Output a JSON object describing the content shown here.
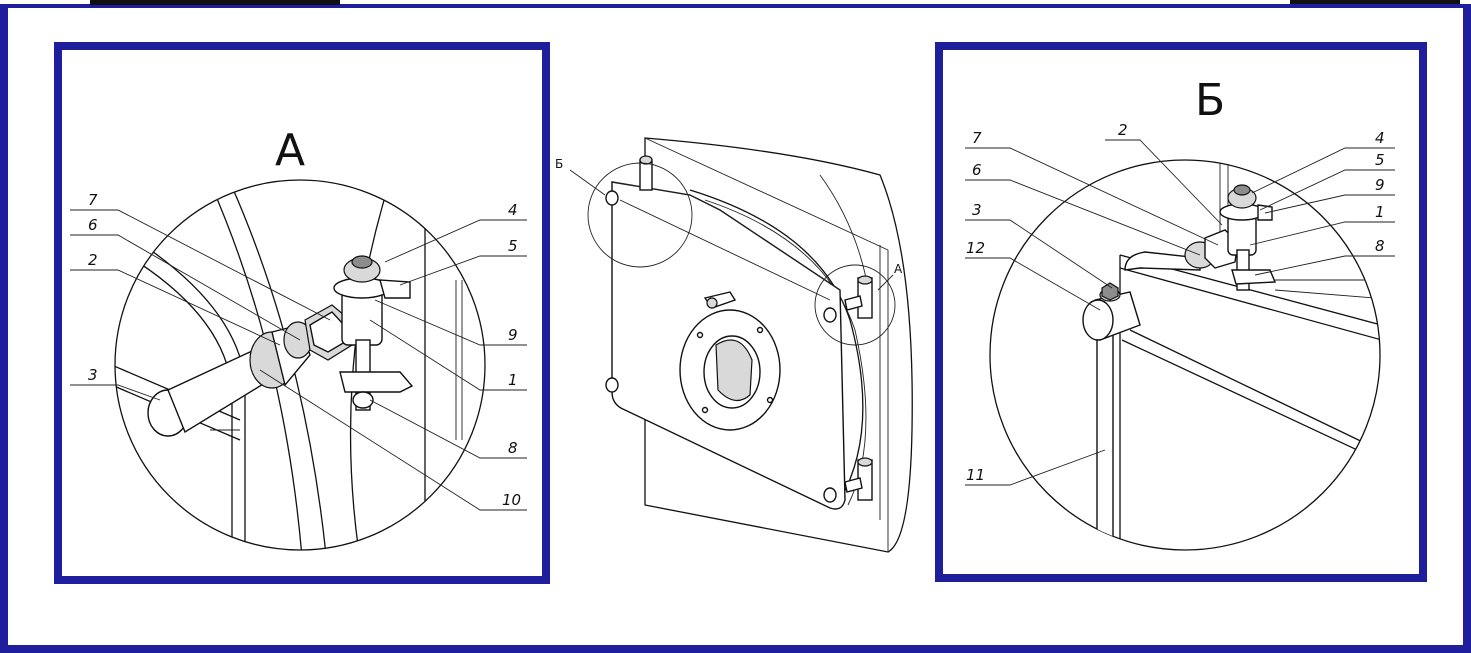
{
  "frame_color": "#1f1f9e",
  "detail_a": {
    "title": "А",
    "labels": {
      "l7": "7",
      "l6": "6",
      "l2": "2",
      "l3": "3",
      "l4": "4",
      "l5": "5",
      "l9": "9",
      "l1": "1",
      "l8": "8",
      "l10": "10"
    }
  },
  "detail_b": {
    "title": "Б",
    "labels": {
      "l7": "7",
      "l2": "2",
      "l6": "6",
      "l3": "3",
      "l12": "12",
      "l11": "11",
      "l4": "4",
      "l5": "5",
      "l9": "9",
      "l1": "1",
      "l8": "8"
    }
  },
  "center_view": {
    "callout_b": "Б",
    "callout_a": "А"
  }
}
